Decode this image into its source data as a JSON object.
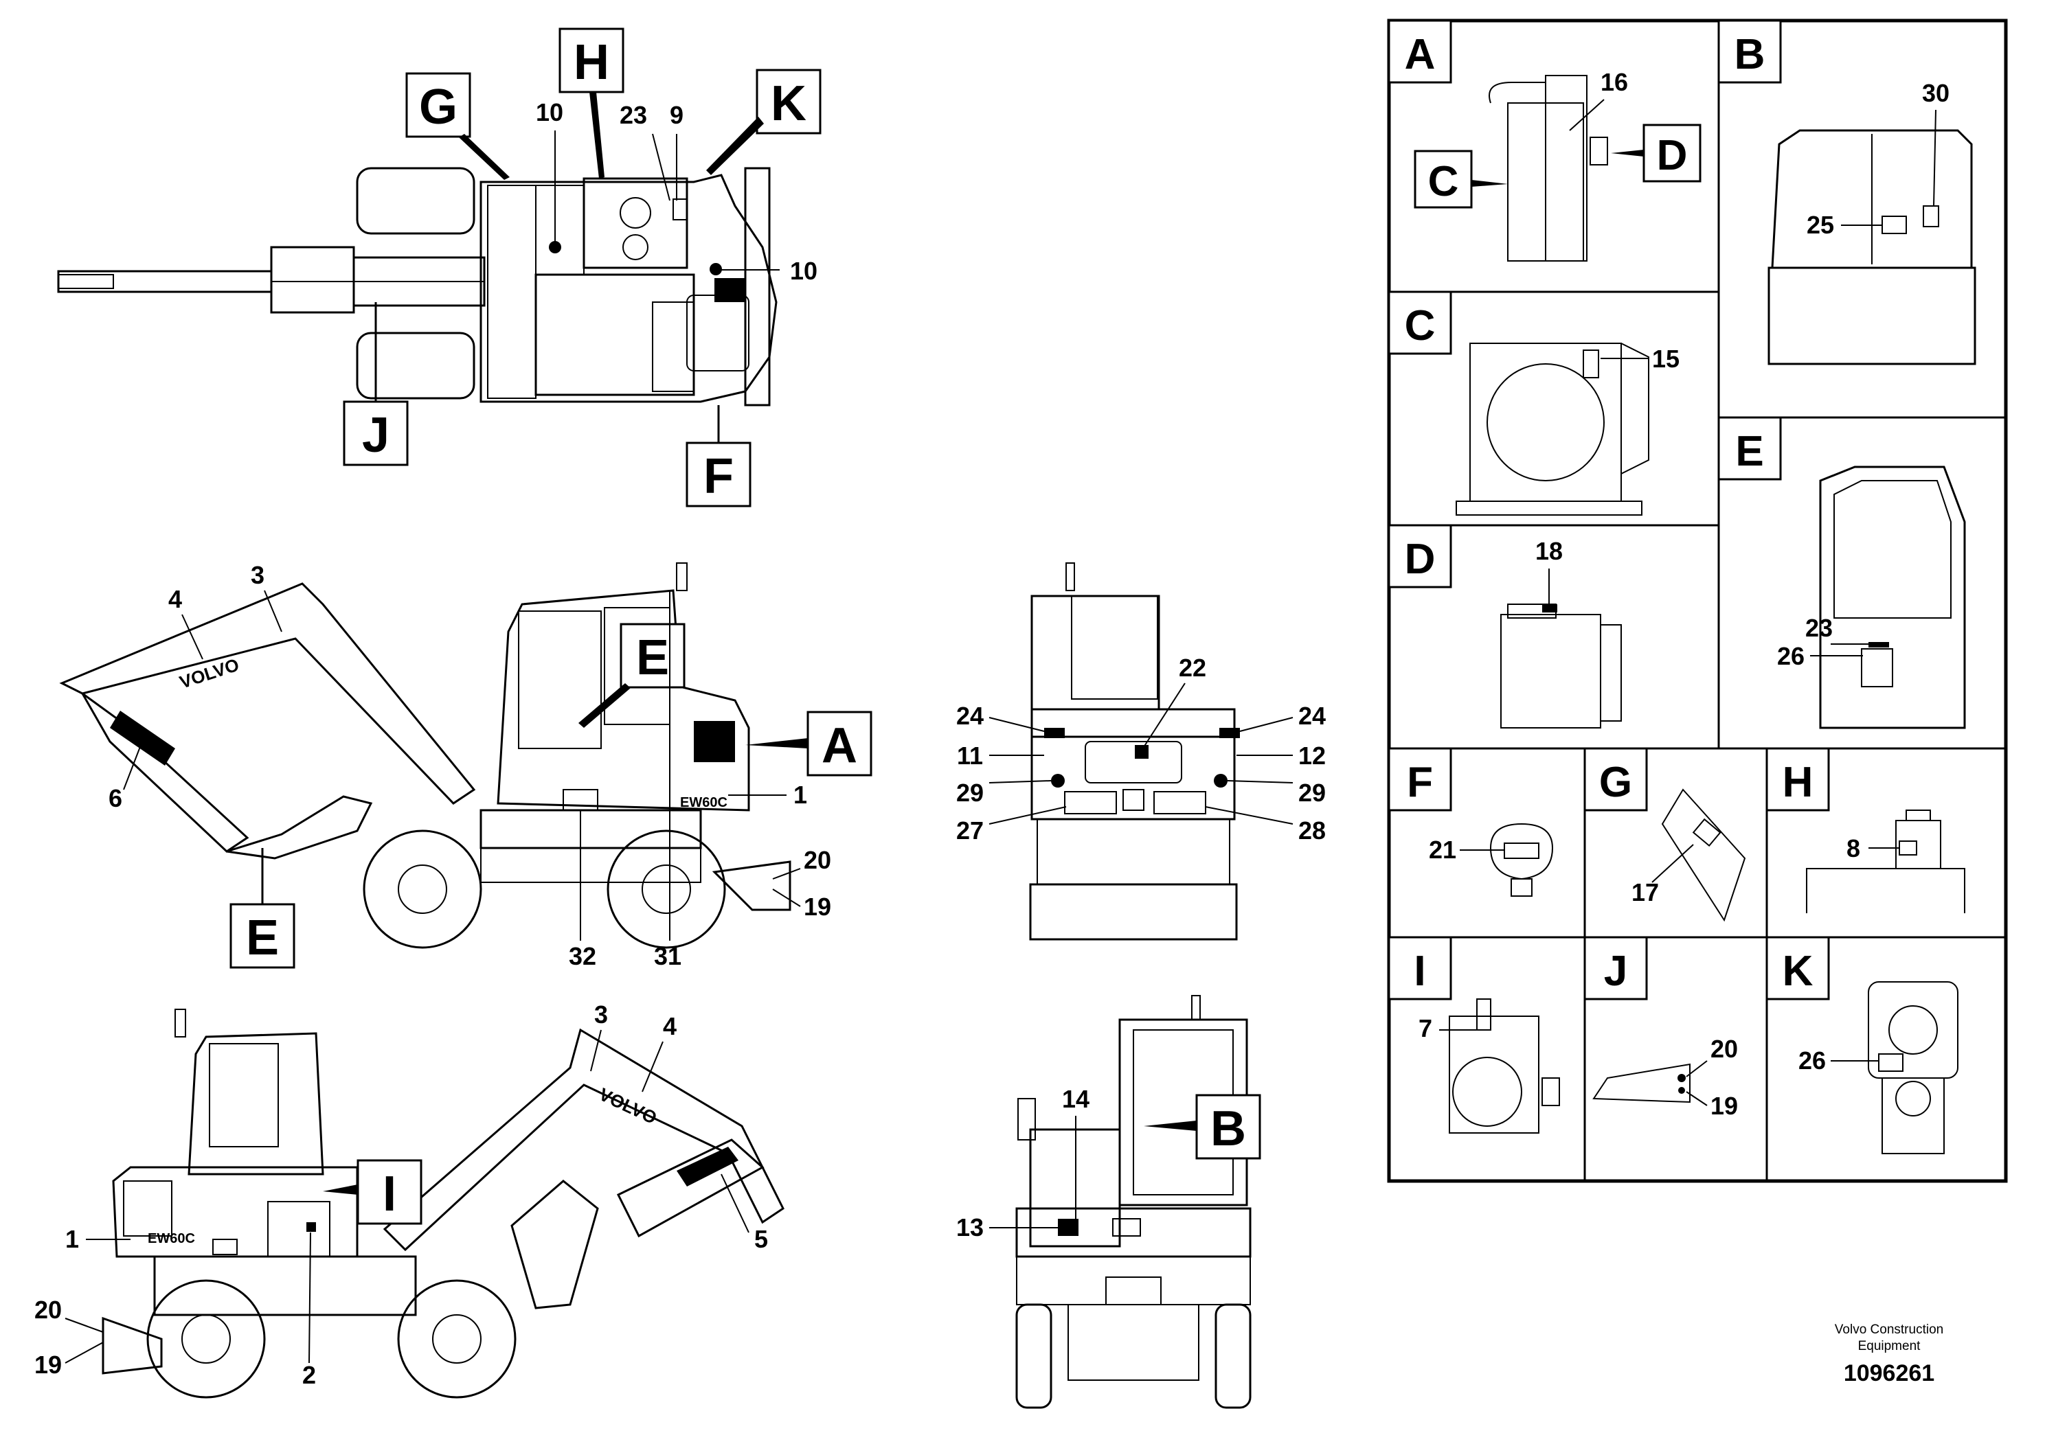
{
  "callouts": {
    "top_view": {
      "G": "G",
      "H": "H",
      "K": "K",
      "J": "J",
      "F": "F",
      "n10a": "10",
      "n23": "23",
      "n9": "9",
      "n10b": "10"
    },
    "side_left": {
      "n3": "3",
      "n4": "4",
      "n6": "6",
      "E1": "E",
      "E2": "E",
      "A": "A",
      "n1": "1",
      "n20": "20",
      "n19": "19",
      "n32": "32",
      "n31": "31"
    },
    "rear_view": {
      "n22": "22",
      "n24a": "24",
      "n24b": "24",
      "n11": "11",
      "n12": "12",
      "n29a": "29",
      "n29b": "29",
      "n27": "27",
      "n28": "28"
    },
    "side_right": {
      "n3": "3",
      "n4": "4",
      "I": "I",
      "n1": "1",
      "n5": "5",
      "n2": "2",
      "n20": "20",
      "n19": "19"
    },
    "front_view": {
      "n14": "14",
      "B": "B",
      "n13": "13"
    }
  },
  "panels": [
    {
      "letter": "A",
      "labels": [
        "16",
        "C",
        "D"
      ]
    },
    {
      "letter": "B",
      "labels": [
        "30",
        "25"
      ]
    },
    {
      "letter": "C",
      "labels": [
        "15"
      ]
    },
    {
      "letter": "D",
      "labels": [
        "18"
      ]
    },
    {
      "letter": "E",
      "labels": [
        "23",
        "26"
      ]
    },
    {
      "letter": "F",
      "labels": [
        "21"
      ]
    },
    {
      "letter": "G",
      "labels": [
        "17"
      ]
    },
    {
      "letter": "H",
      "labels": [
        "8"
      ]
    },
    {
      "letter": "I",
      "labels": [
        "7"
      ]
    },
    {
      "letter": "J",
      "labels": [
        "20",
        "19"
      ]
    },
    {
      "letter": "K",
      "labels": [
        "26"
      ]
    }
  ],
  "decals": {
    "volvo": "VOLVO",
    "model": "EW60C"
  },
  "footer": {
    "company_line1": "Volvo Construction",
    "company_line2": "Equipment",
    "doc_number": "1096261"
  }
}
